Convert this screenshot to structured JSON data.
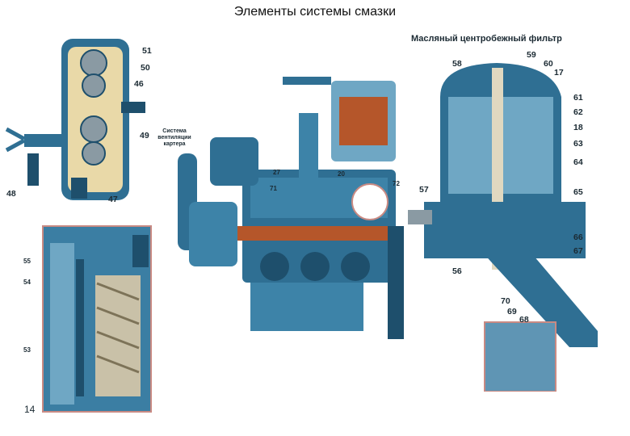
{
  "title": "Элементы системы смазки",
  "filter_title": "Масляный центробежный фильтр",
  "page_number": "14",
  "crankcase_caption": [
    "Система",
    "вентиляции",
    "картера"
  ],
  "pump_labels": [
    "51",
    "50",
    "46",
    "49",
    "48",
    "47"
  ],
  "inset_labels": [
    "55",
    "54",
    "53"
  ],
  "engine_labels": [
    "27",
    "20",
    "71",
    "72"
  ],
  "filter_labels": [
    "58",
    "59",
    "60",
    "17",
    "61",
    "62",
    "18",
    "63",
    "64",
    "57",
    "65",
    "66",
    "67",
    "56",
    "70",
    "69",
    "68"
  ],
  "colors": {
    "oil_blue": "#2f6f93",
    "dark_blue": "#1e4f6c",
    "light_blue": "#6fa7c4",
    "rust": "#b5562a",
    "frame": "#c98a83"
  }
}
